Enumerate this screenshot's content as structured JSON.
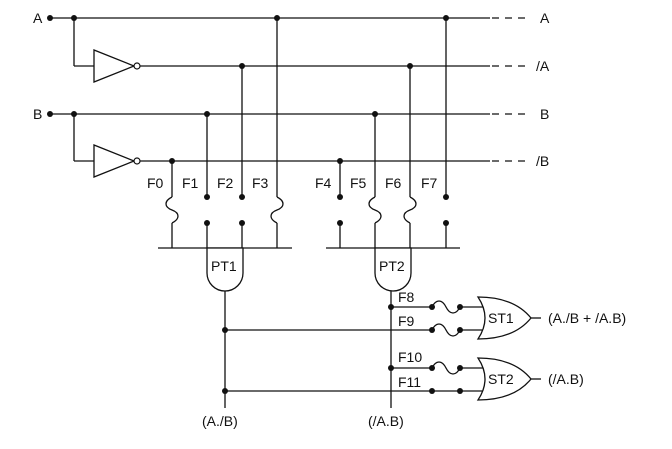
{
  "inputs": {
    "a": "A",
    "b": "B"
  },
  "lines": {
    "a": "A",
    "not_a": "/A",
    "b": "B",
    "not_b": "/B"
  },
  "fuses": [
    "F0",
    "F1",
    "F2",
    "F3",
    "F4",
    "F5",
    "F6",
    "F7",
    "F8",
    "F9",
    "F10",
    "F11"
  ],
  "gates": {
    "pt1": "PT1",
    "pt2": "PT2",
    "st1": "ST1",
    "st2": "ST2"
  },
  "outputs": {
    "st1": "(A./B + /A.B)",
    "st2": "(/A.B)",
    "pt1": "(A./B)",
    "pt2": "(/A.B)"
  }
}
